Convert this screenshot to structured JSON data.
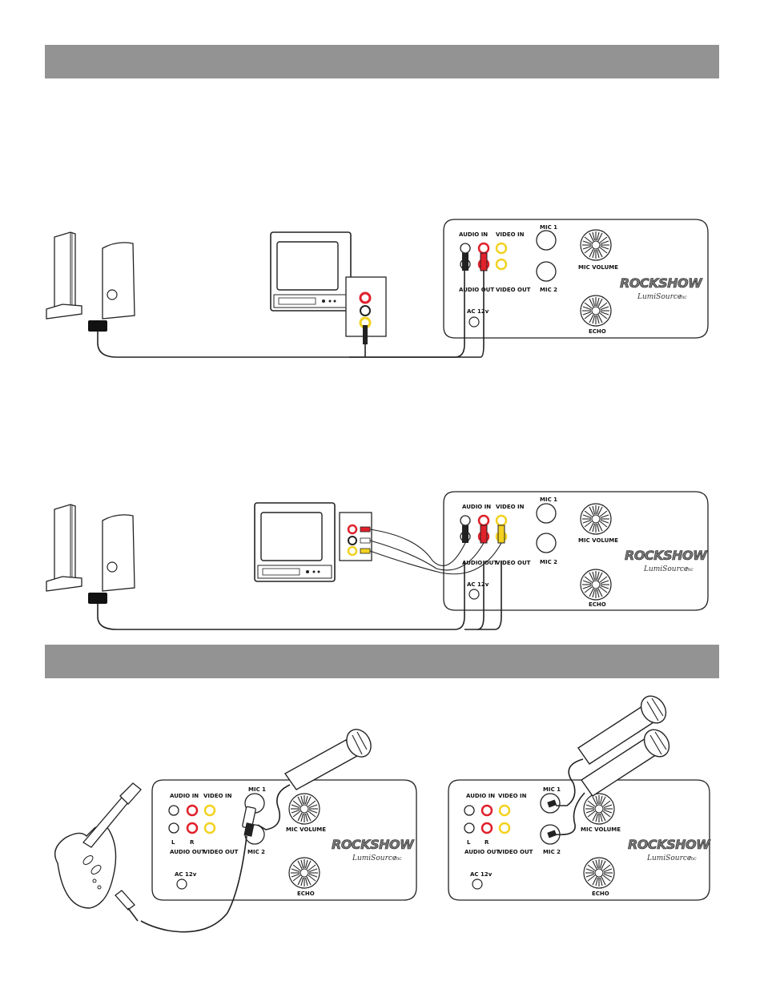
{
  "panel_labels": {
    "audio_in": "AUDIO IN",
    "video_in": "VIDEO IN",
    "audio_out": "AUDIO OUT",
    "video_out": "VIDEO OUT",
    "mic1": "MIC 1",
    "mic2": "MIC 2",
    "mic_volume": "MIC VOLUME",
    "echo": "ECHO",
    "ac": "AC 12v",
    "l": "L",
    "r": "R"
  },
  "brand": {
    "name": "ROCKSHOW",
    "maker": "LumiSource",
    "suffix": "Inc"
  },
  "colors": {
    "section_bar": "#939393",
    "red_jack": "#e0202a",
    "yellow_jack": "#f2d21f",
    "line": "#222222"
  },
  "icons": {
    "console": "game-console-icon",
    "tv": "television-icon",
    "guitar": "guitar-controller-icon",
    "microphone": "microphone-icon"
  }
}
